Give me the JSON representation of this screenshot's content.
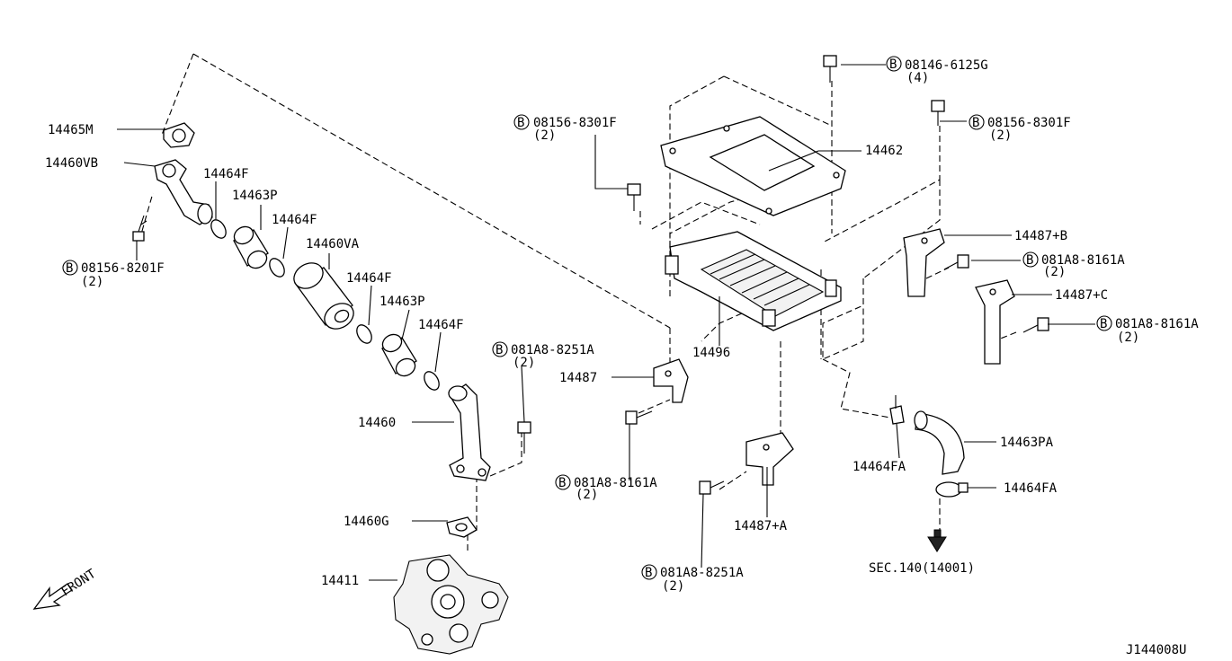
{
  "diagram_id": "J144008U",
  "front_label": "FRONT",
  "section_ref": "SEC.140(14001)",
  "bolt_marker": "B",
  "labels": {
    "p14465M": "14465M",
    "p14460VB": "14460VB",
    "p14464F_1": "14464F",
    "p14463P_1": "14463P",
    "p14464F_2": "14464F",
    "p14460VA": "14460VA",
    "p14464F_3": "14464F",
    "p14463P_2": "14463P",
    "p14464F_4": "14464F",
    "p14460": "14460",
    "p14460G": "14460G",
    "p14411": "14411",
    "p14462": "14462",
    "p14487B": "14487+B",
    "p14487C": "14487+C",
    "p14496": "14496",
    "p14487": "14487",
    "p14487A": "14487+A",
    "p14463PA": "14463PA",
    "p14464FA_1": "14464FA",
    "p14464FA_2": "14464FA"
  },
  "bolts": {
    "b1": {
      "code": "08146-6125G",
      "qty": "(4)"
    },
    "b2": {
      "code": "08156-8301F",
      "qty": "(2)"
    },
    "b3": {
      "code": "08156-8301F",
      "qty": "(2)"
    },
    "b4": {
      "code": "08156-8201F",
      "qty": "(2)"
    },
    "b5": {
      "code": "081A8-8161A",
      "qty": "(2)"
    },
    "b6": {
      "code": "081A8-8161A",
      "qty": "(2)"
    },
    "b7": {
      "code": "081A8-8251A",
      "qty": "(2)"
    },
    "b8": {
      "code": "081A8-8161A",
      "qty": "(2)"
    },
    "b9": {
      "code": "081A8-8251A",
      "qty": "(2)"
    }
  }
}
